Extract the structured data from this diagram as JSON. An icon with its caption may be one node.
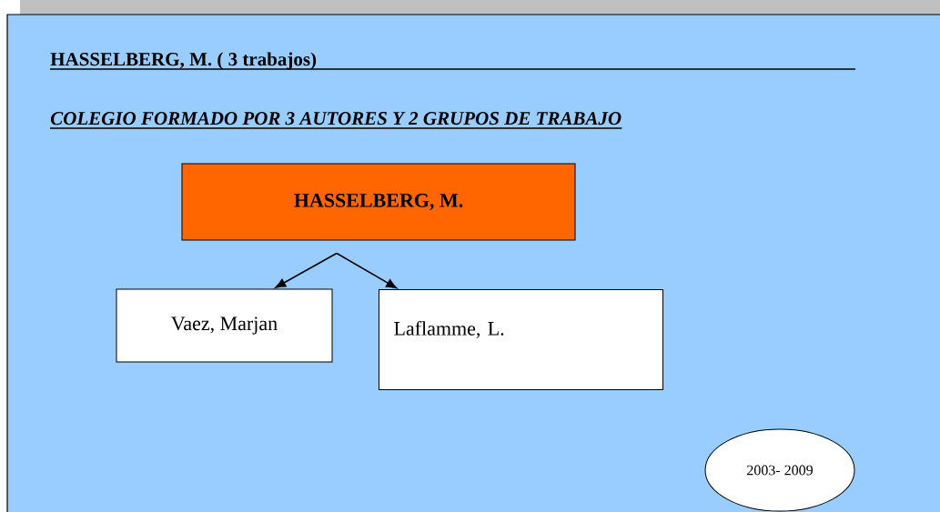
{
  "diagram": {
    "title": "HASSELBERG, M.  ( 3 trabajos)",
    "nodes": [
      {
        "text": [
          "HASSELBERG, M."
        ]
      },
      {
        "text": [
          "Vaez, Marjan"
        ]
      },
      {
        "text": [
          "Laflamme, L."
        ]
      },
      {
        "text": [
          "2003- 2009"
        ]
      }
    ],
    "edges": [
      {
        "from": 0,
        "to": 1,
        "arrow": "to"
      },
      {
        "from": 0,
        "to": 2,
        "arrow": "to"
      }
    ],
    "labels": [
      "COLEGIO FORMADO POR 3 AUTORES Y 2 GRUPOS DE TRABAJO"
    ]
  }
}
